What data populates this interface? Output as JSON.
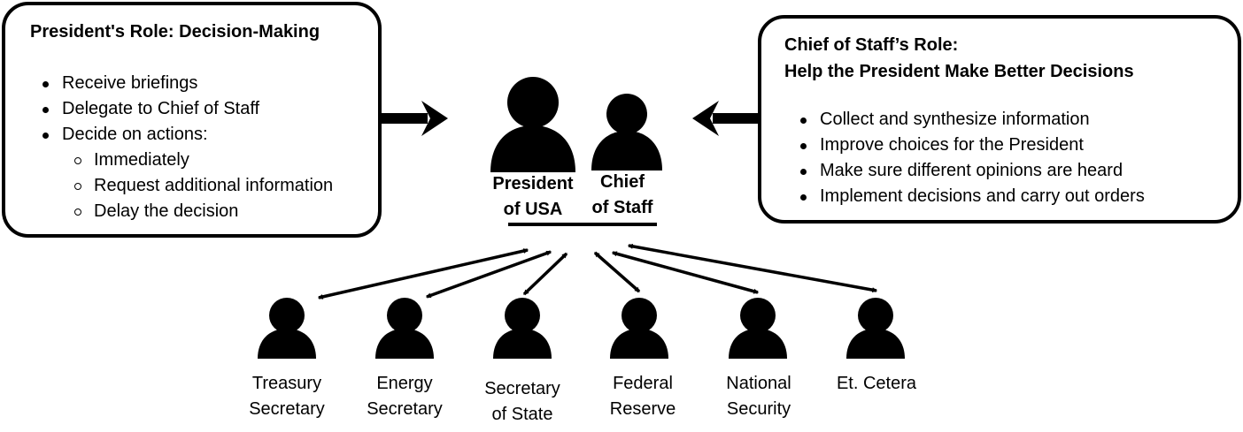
{
  "president_role": {
    "title": "President's Role: Decision-Making",
    "items": [
      {
        "text": "Receive briefings",
        "level": 1
      },
      {
        "text": "Delegate to Chief of Staff",
        "level": 1
      },
      {
        "text": "Decide on actions:",
        "level": 1
      },
      {
        "text": "Immediately",
        "level": 2
      },
      {
        "text": "Request additional information",
        "level": 2
      },
      {
        "text": "Delay the decision",
        "level": 2
      }
    ]
  },
  "chief_role": {
    "title_line1": "Chief of Staff’s Role:",
    "title_line2": "Help the President Make Better Decisions",
    "items": [
      "Collect and synthesize information",
      "Improve choices for the President",
      "Make sure different opinions are heard",
      "Implement decisions and carry out orders"
    ]
  },
  "center": {
    "president_line1": "President",
    "president_line2": "of USA",
    "chief_line1": "Chief",
    "chief_line2": "of Staff"
  },
  "subordinates": [
    {
      "line1": "Treasury",
      "line2": "Secretary"
    },
    {
      "line1": "Energy",
      "line2": "Secretary"
    },
    {
      "line1": "Secretary",
      "line2": "of State"
    },
    {
      "line1": "Federal",
      "line2": "Reserve"
    },
    {
      "line1": "National",
      "line2": "Security"
    },
    {
      "line1": "Et. Cetera",
      "line2": ""
    }
  ],
  "icons": {
    "person": "person-icon",
    "arrow_right": "arrow-right-icon",
    "arrow_left": "arrow-left-icon",
    "double_arrow": "double-arrow-icon"
  },
  "colors": {
    "ink": "#000000",
    "background": "#ffffff"
  }
}
